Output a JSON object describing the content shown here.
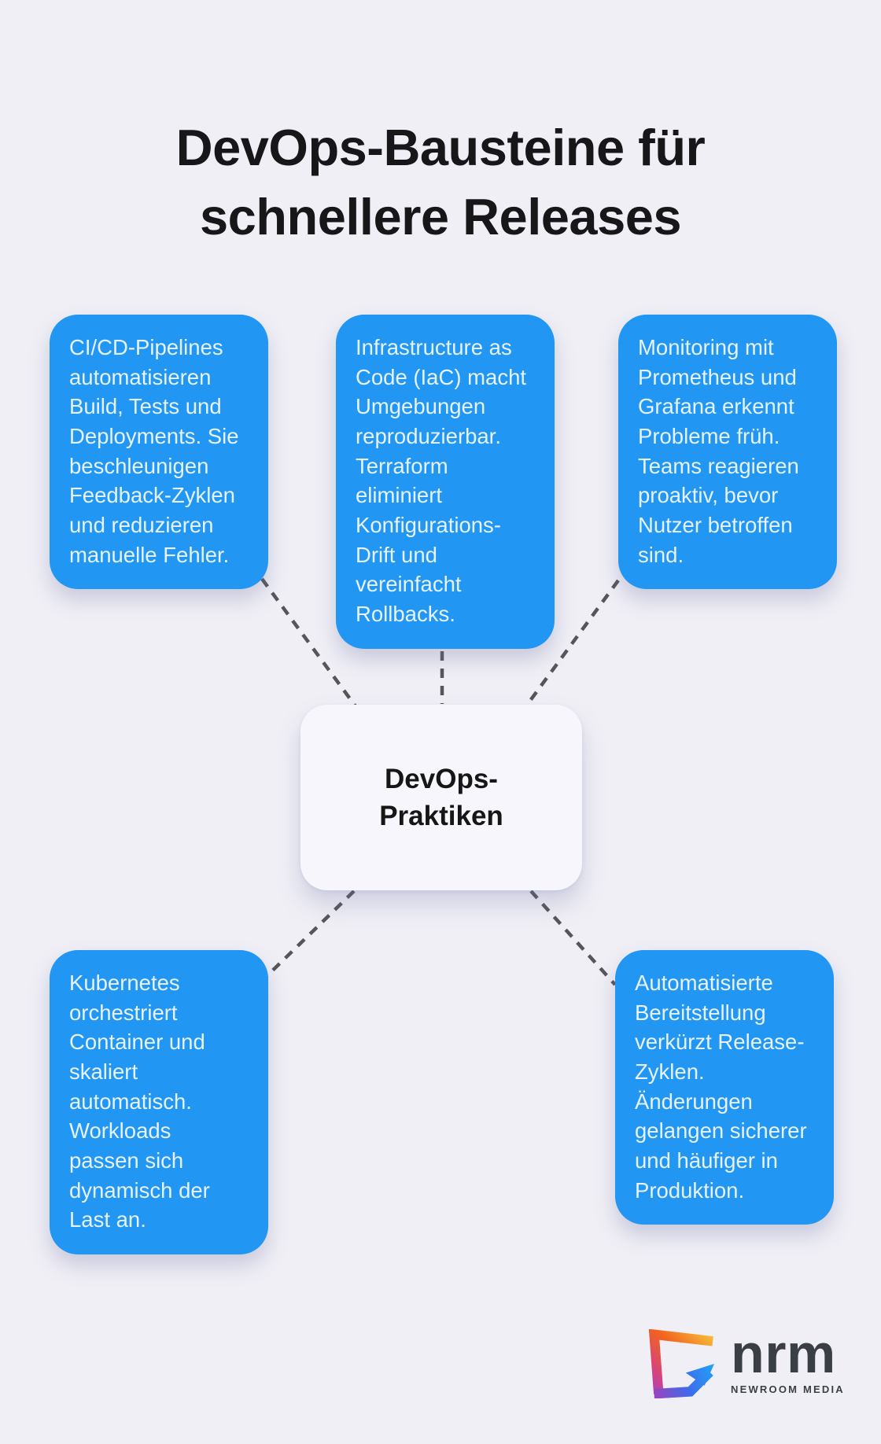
{
  "title": {
    "text": "DevOps-Bausteine für\nschnellere Releases"
  },
  "center": {
    "label": "DevOps-\nPraktiken"
  },
  "cards": [
    {
      "id": "cicd-pipelines",
      "text": "CI/CD-Pipelines\nautomatisieren\nBuild, Tests und\nDeployments. Sie\nbeschleunigen\nFeedback-Zyklen\nund reduzieren\nmanuelle Fehler."
    },
    {
      "id": "infrastructure-as-code",
      "text": "Infrastructure as\nCode (IaC) macht\nUmgebungen\nreproduzierbar.\nTerraform\neliminiert\nKonfigurations-\nDrift und\nvereinfacht\nRollbacks."
    },
    {
      "id": "monitoring",
      "text": "Monitoring mit\nPrometheus und\nGrafana erkennt\nProbleme früh.\nTeams reagieren\nproaktiv, bevor\nNutzer betroffen\nsind."
    },
    {
      "id": "kubernetes",
      "text": "Kubernetes\norchestriert\nContainer und\nskaliert\nautomatisch.\nWorkloads\npassen sich\ndynamisch der\nLast an."
    },
    {
      "id": "automatisierte-bereitstellung",
      "text": "Automatisierte\nBereitstellung\nverkürzt Release-\nZyklen.\nÄnderungen\ngelangen sicherer\nund häufiger in\nProduktion."
    }
  ],
  "logo": {
    "brand": "nrm",
    "subtitle": "NEWROOM MEDIA"
  },
  "colors": {
    "bg": "#f0eff6",
    "heading": "#17171a",
    "card": "#2296f3",
    "cardText": "#e6f2fd",
    "centerBg": "#f7f6fc",
    "connector": "#55555a",
    "logoText": "#3a3f46",
    "logoOrange": "#f2641e",
    "logoYellow": "#f9c23c",
    "logoMagenta": "#c13b93",
    "logoPurple": "#9a44be",
    "logoBlue": "#2e7ff3"
  }
}
